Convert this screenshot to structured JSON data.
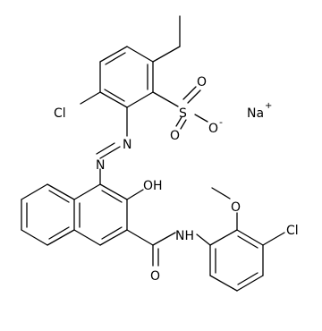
{
  "structure": {
    "atom_labels": {
      "cl_top": "Cl",
      "so3_o_upper": "O",
      "so3_s": "S",
      "so3_o_lower": "O",
      "so3_o_minus": "O",
      "so3_charge": "-",
      "na": "Na",
      "na_charge": "+",
      "n_upper": "N",
      "n_lower": "N",
      "hydroxyl": "OH",
      "amide_o": "O",
      "amide_nh": "NH",
      "methoxy_o": "O",
      "cl_right": "Cl"
    }
  }
}
